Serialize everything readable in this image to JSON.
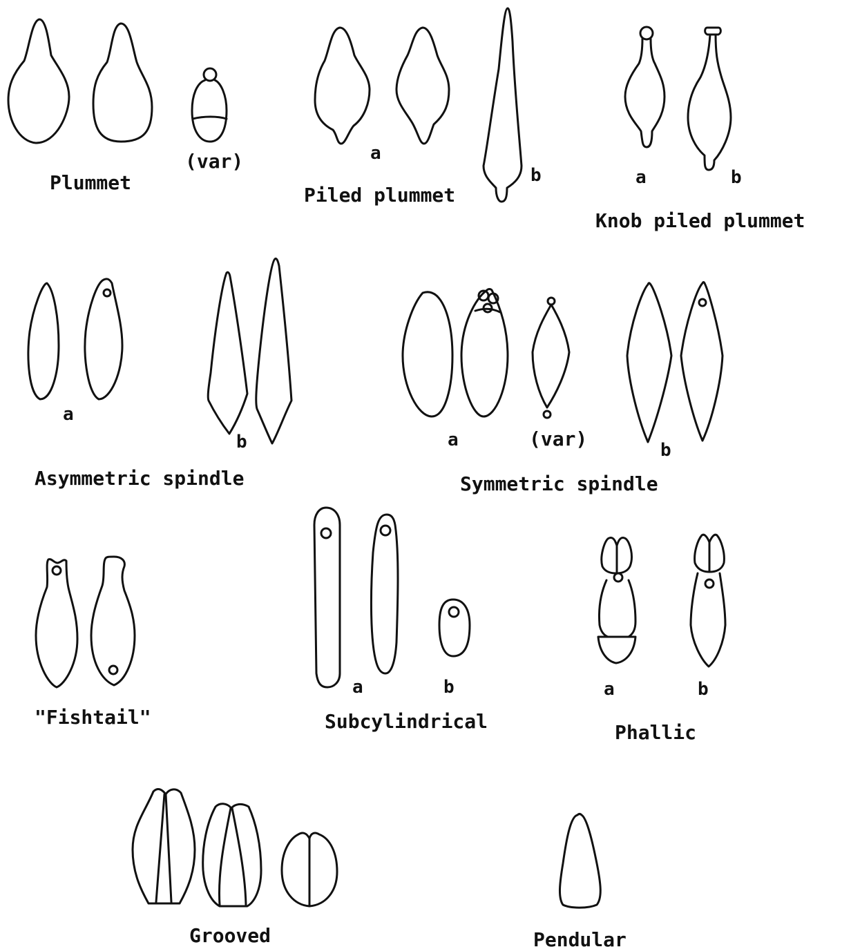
{
  "labels": {
    "plummet": "Plummet",
    "plummet_var": "(var)",
    "piled_plummet": "Piled plummet",
    "piled_a": "a",
    "piled_b": "b",
    "knob_a": "a",
    "knob_b": "b",
    "knob_piled_plummet": "Knob piled plummet",
    "asym_a": "a",
    "asym_b": "b",
    "asymmetric_spindle": "Asymmetric spindle",
    "sym_a": "a",
    "sym_var": "(var)",
    "sym_b": "b",
    "symmetric_spindle": "Symmetric spindle",
    "fishtail": "\"Fishtail\"",
    "subcyl_a": "a",
    "subcyl_b": "b",
    "subcylindrical": "Subcylindrical",
    "phallic_a": "a",
    "phallic_b": "b",
    "phallic": "Phallic",
    "grooved": "Grooved",
    "pendular": "Pendular"
  },
  "colors": {
    "ink": "#111111",
    "paper": "#ffffff"
  }
}
